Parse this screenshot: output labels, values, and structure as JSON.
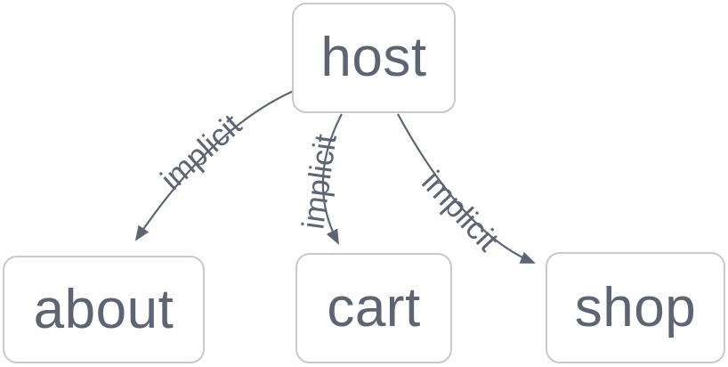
{
  "diagram": {
    "type": "graph",
    "colors": {
      "background": "#ffffff",
      "node_background": "#ffffff",
      "node_border": "#c9c9c9",
      "node_text": "#5d6472",
      "edge": "#5d6472"
    },
    "nodes": [
      {
        "id": "host",
        "label": "host"
      },
      {
        "id": "about",
        "label": "about"
      },
      {
        "id": "cart",
        "label": "cart"
      },
      {
        "id": "shop",
        "label": "shop"
      }
    ],
    "edges": [
      {
        "from": "host",
        "to": "about",
        "label": "implicit"
      },
      {
        "from": "host",
        "to": "cart",
        "label": "implicit"
      },
      {
        "from": "host",
        "to": "shop",
        "label": "implicit"
      }
    ]
  }
}
